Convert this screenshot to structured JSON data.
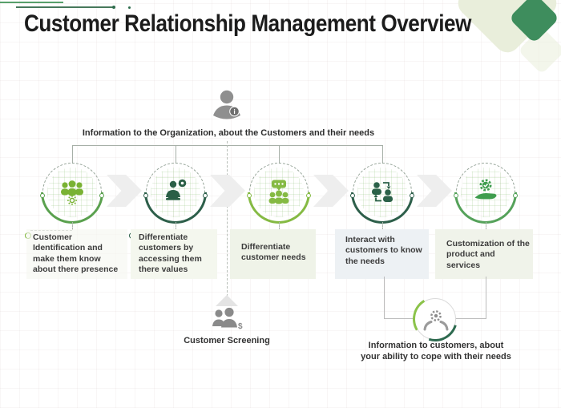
{
  "title": "Customer Relationship Management Overview",
  "top_caption": "Information to the Organization, about the Customers and their needs",
  "stages": [
    {
      "icon": "team-gear-icon",
      "label": "Customer Identification and make them know about there presence",
      "color": "#79b233"
    },
    {
      "icon": "agent-laptop-icon",
      "label": "Differentiate customers by accessing them there values",
      "color": "#2a5f46"
    },
    {
      "icon": "group-discussion-icon",
      "label": "Differentiate customer needs",
      "color": "#85ba43"
    },
    {
      "icon": "customer-interaction-icon",
      "label": "Interact with customers to know the needs",
      "color": "#2b6149"
    },
    {
      "icon": "hand-service-icon",
      "label": "Customization of the product and services",
      "color": "#3f9d4e"
    }
  ],
  "bottom_center": {
    "icon": "customer-screening-icon",
    "label": "Customer Screening"
  },
  "bottom_right": {
    "icon": "hands-gear-icon",
    "label": "Information to customers, about your ability to cope with their needs"
  },
  "glyphs": {
    "info": "i",
    "dollar": "$"
  },
  "colors": {
    "accent_dark_green": "#2d6a4f",
    "accent_mid_green": "#3f9d4e",
    "accent_light_green": "#8bc34a",
    "diamond_dark": "#3e8d5d",
    "diamond_pale": "#e9eedb",
    "icon_gray": "#8f8f8f",
    "arrow_gray": "#eeeeee",
    "text_dark": "#3c3c3c"
  }
}
